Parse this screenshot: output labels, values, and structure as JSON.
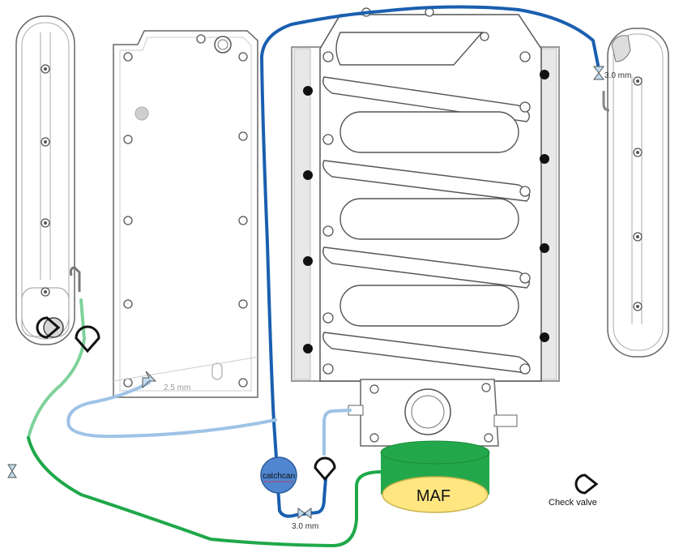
{
  "labels": {
    "restrictor_top": "3.0 mm",
    "restrictor_left": "2.5 mm",
    "restrictor_bottom": "3.0 mm",
    "catchcan": "catchcan",
    "maf": "MAF",
    "legend": "Check valve"
  },
  "colors": {
    "line_dark_blue": "#1a5fb0",
    "line_light_blue": "#9ec3e6",
    "line_green": "#1fa84a",
    "line_light_green": "#7fd29a",
    "catchcan_fill": "#4f86cf",
    "maf_green": "#22a84a",
    "maf_yellow": "#ffe680",
    "outline": "#555555",
    "outline_light": "#b5b5b5"
  },
  "icons": [
    "check-valve-icon",
    "restrictor-icon"
  ]
}
